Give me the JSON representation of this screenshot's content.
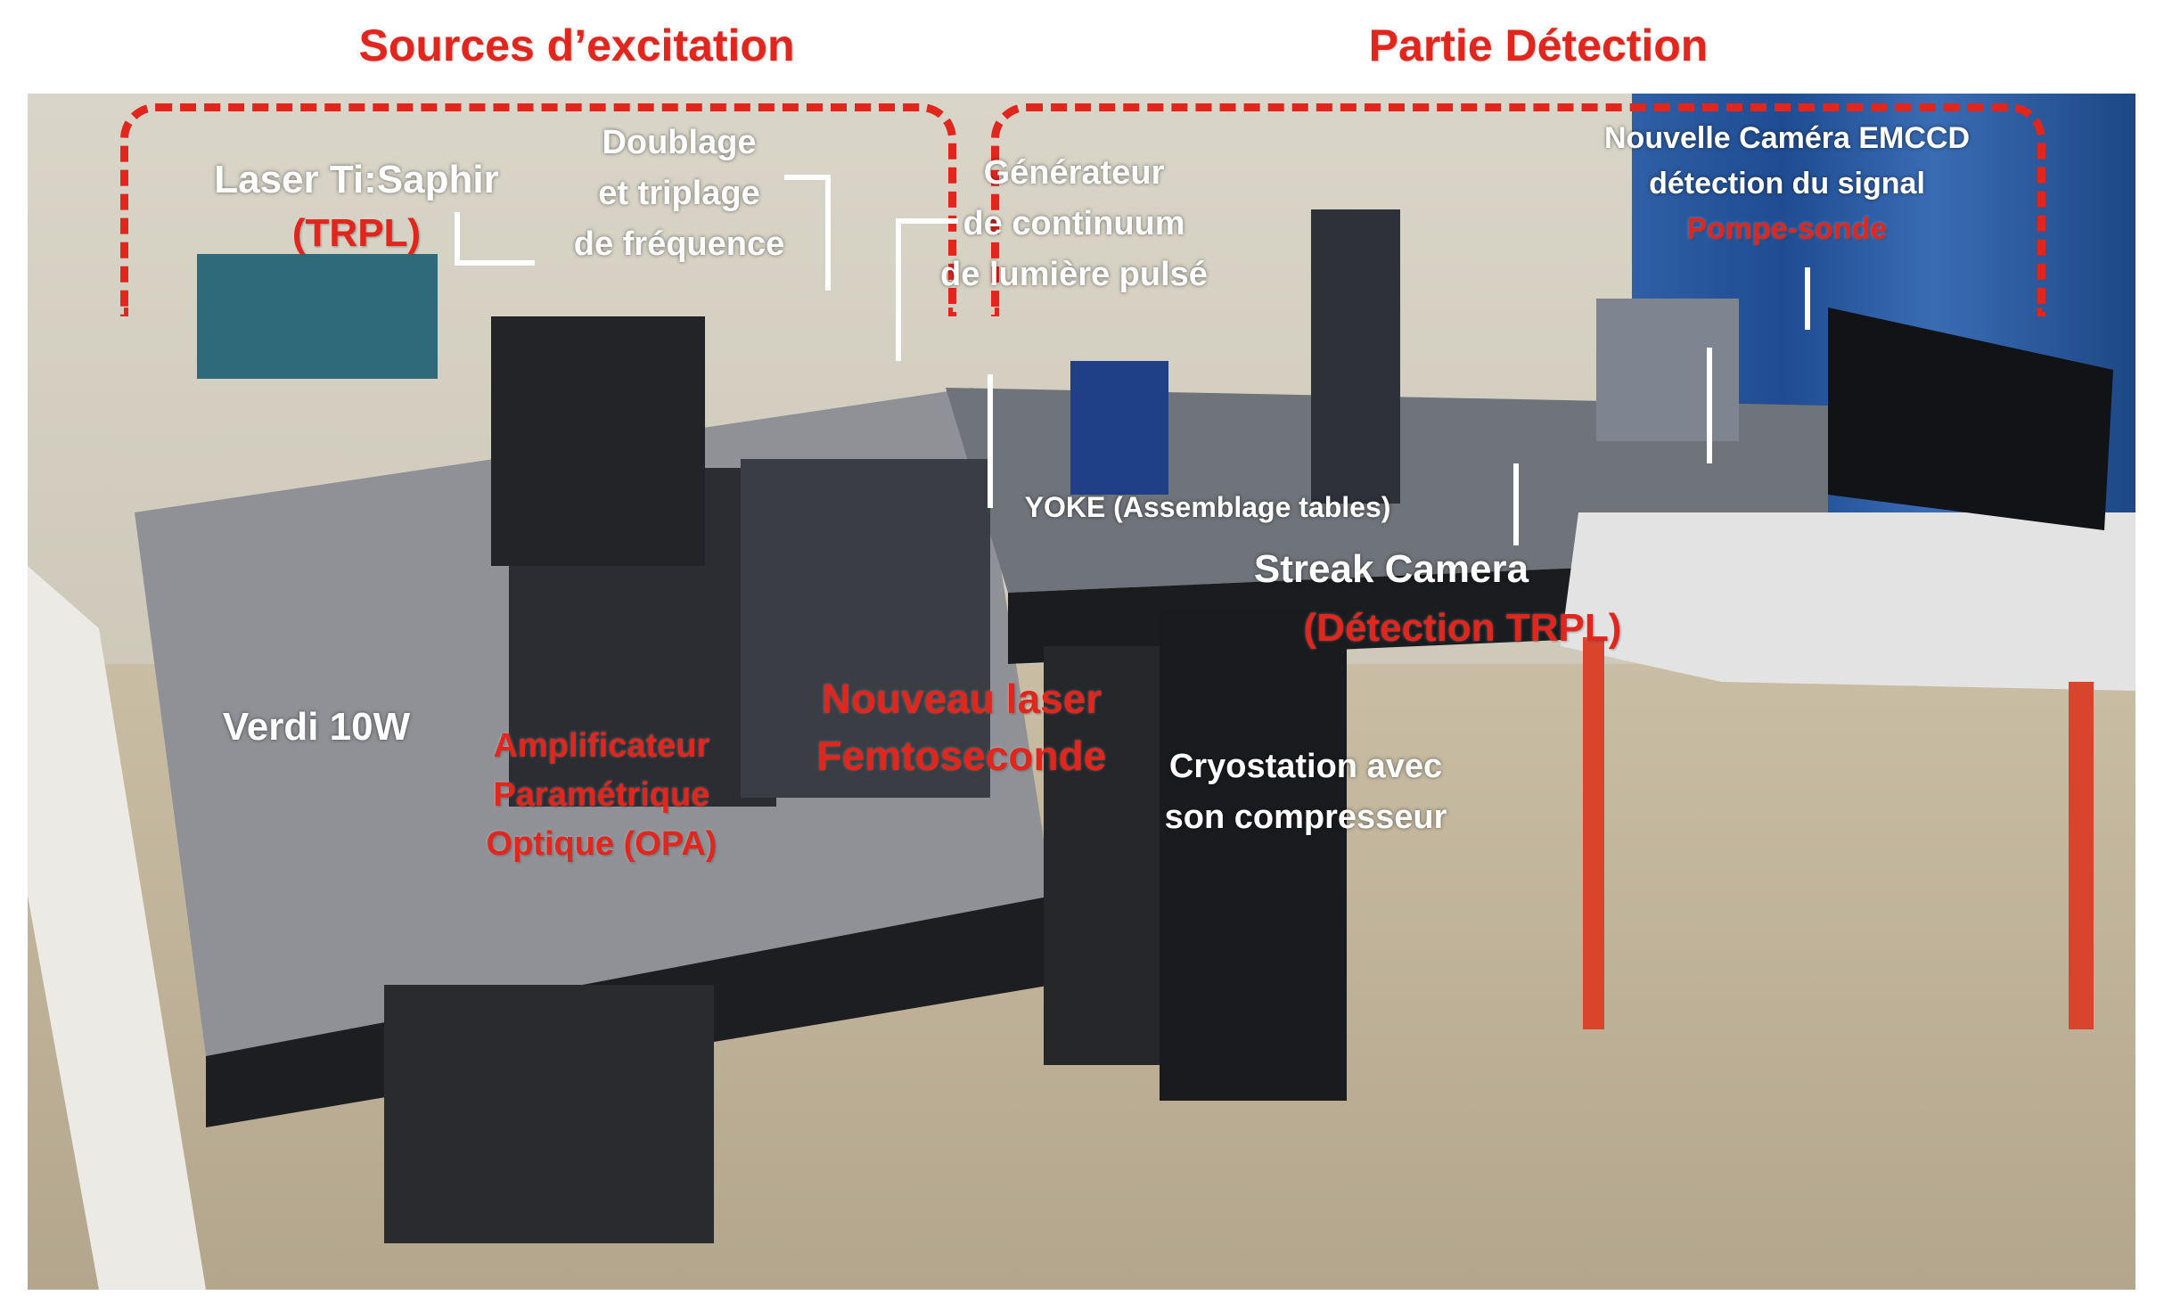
{
  "titles": {
    "left": "Sources d’excitation",
    "right": "Partie Détection"
  },
  "labels": {
    "ti_saphir": {
      "line1": "Laser Ti:Saphir",
      "line2": "(TRPL)"
    },
    "doublage": {
      "line1": "Doublage",
      "line2": "et triplage",
      "line3": "de fréquence"
    },
    "generateur": {
      "line1": "Générateur",
      "line2": "de continuum",
      "line3": "de lumière pulsé"
    },
    "emccd": {
      "line1": "Nouvelle Caméra EMCCD",
      "line2": "détection du signal",
      "line3": "Pompe-sonde"
    },
    "yoke": "YOKE (Assemblage tables)",
    "streak": {
      "line1": "Streak Camera",
      "line2": "(Détection TRPL)"
    },
    "verdi": "Verdi 10W",
    "opa": {
      "line1": "Amplificateur",
      "line2": "Paramétrique",
      "line3": "Optique (OPA)"
    },
    "femto": {
      "line1": "Nouveau laser",
      "line2": "Femtoseconde"
    },
    "cryo": {
      "line1": "Cryostation avec",
      "line2": "son compresseur"
    }
  },
  "colors": {
    "accent_red": "#e0261d",
    "label_white": "#ffffff"
  }
}
